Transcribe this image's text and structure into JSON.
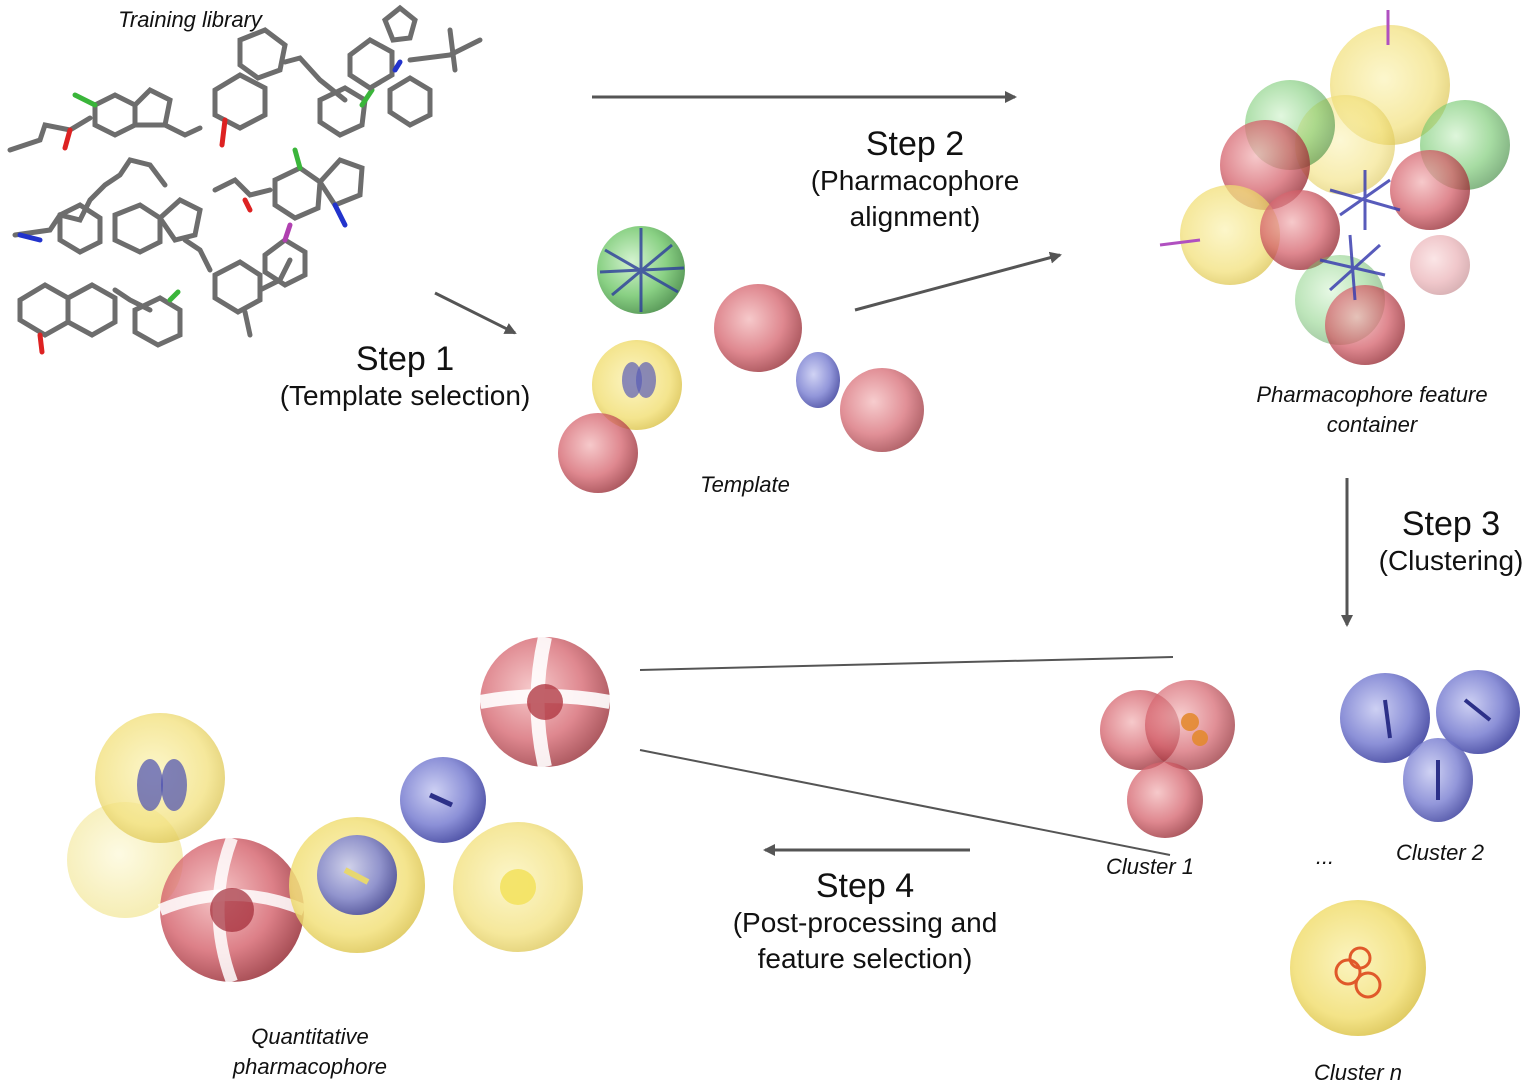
{
  "labels": {
    "training_library": "Training library",
    "template": "Template",
    "feature_container_line1": "Pharmacophore feature",
    "feature_container_line2": "container",
    "quant_line1": "Quantitative",
    "quant_line2": "pharmacophore",
    "cluster1": "Cluster 1",
    "cluster2": "Cluster 2",
    "clustern": "Cluster n",
    "ellipsis": "..."
  },
  "steps": {
    "step1": {
      "title": "Step 1",
      "sub1": "(Template selection)"
    },
    "step2": {
      "title": "Step 2",
      "sub1": "(Pharmacophore",
      "sub2": "alignment)"
    },
    "step3": {
      "title": "Step 3",
      "sub1": "(Clustering)"
    },
    "step4": {
      "title": "Step 4",
      "sub1": "(Post-processing and",
      "sub2": "feature selection)"
    }
  },
  "colors": {
    "arrow": "#555555",
    "red": "#b8323c",
    "yellow": "#f1e27a",
    "blue": "#4a4fb0",
    "green": "#3a9a3a"
  }
}
